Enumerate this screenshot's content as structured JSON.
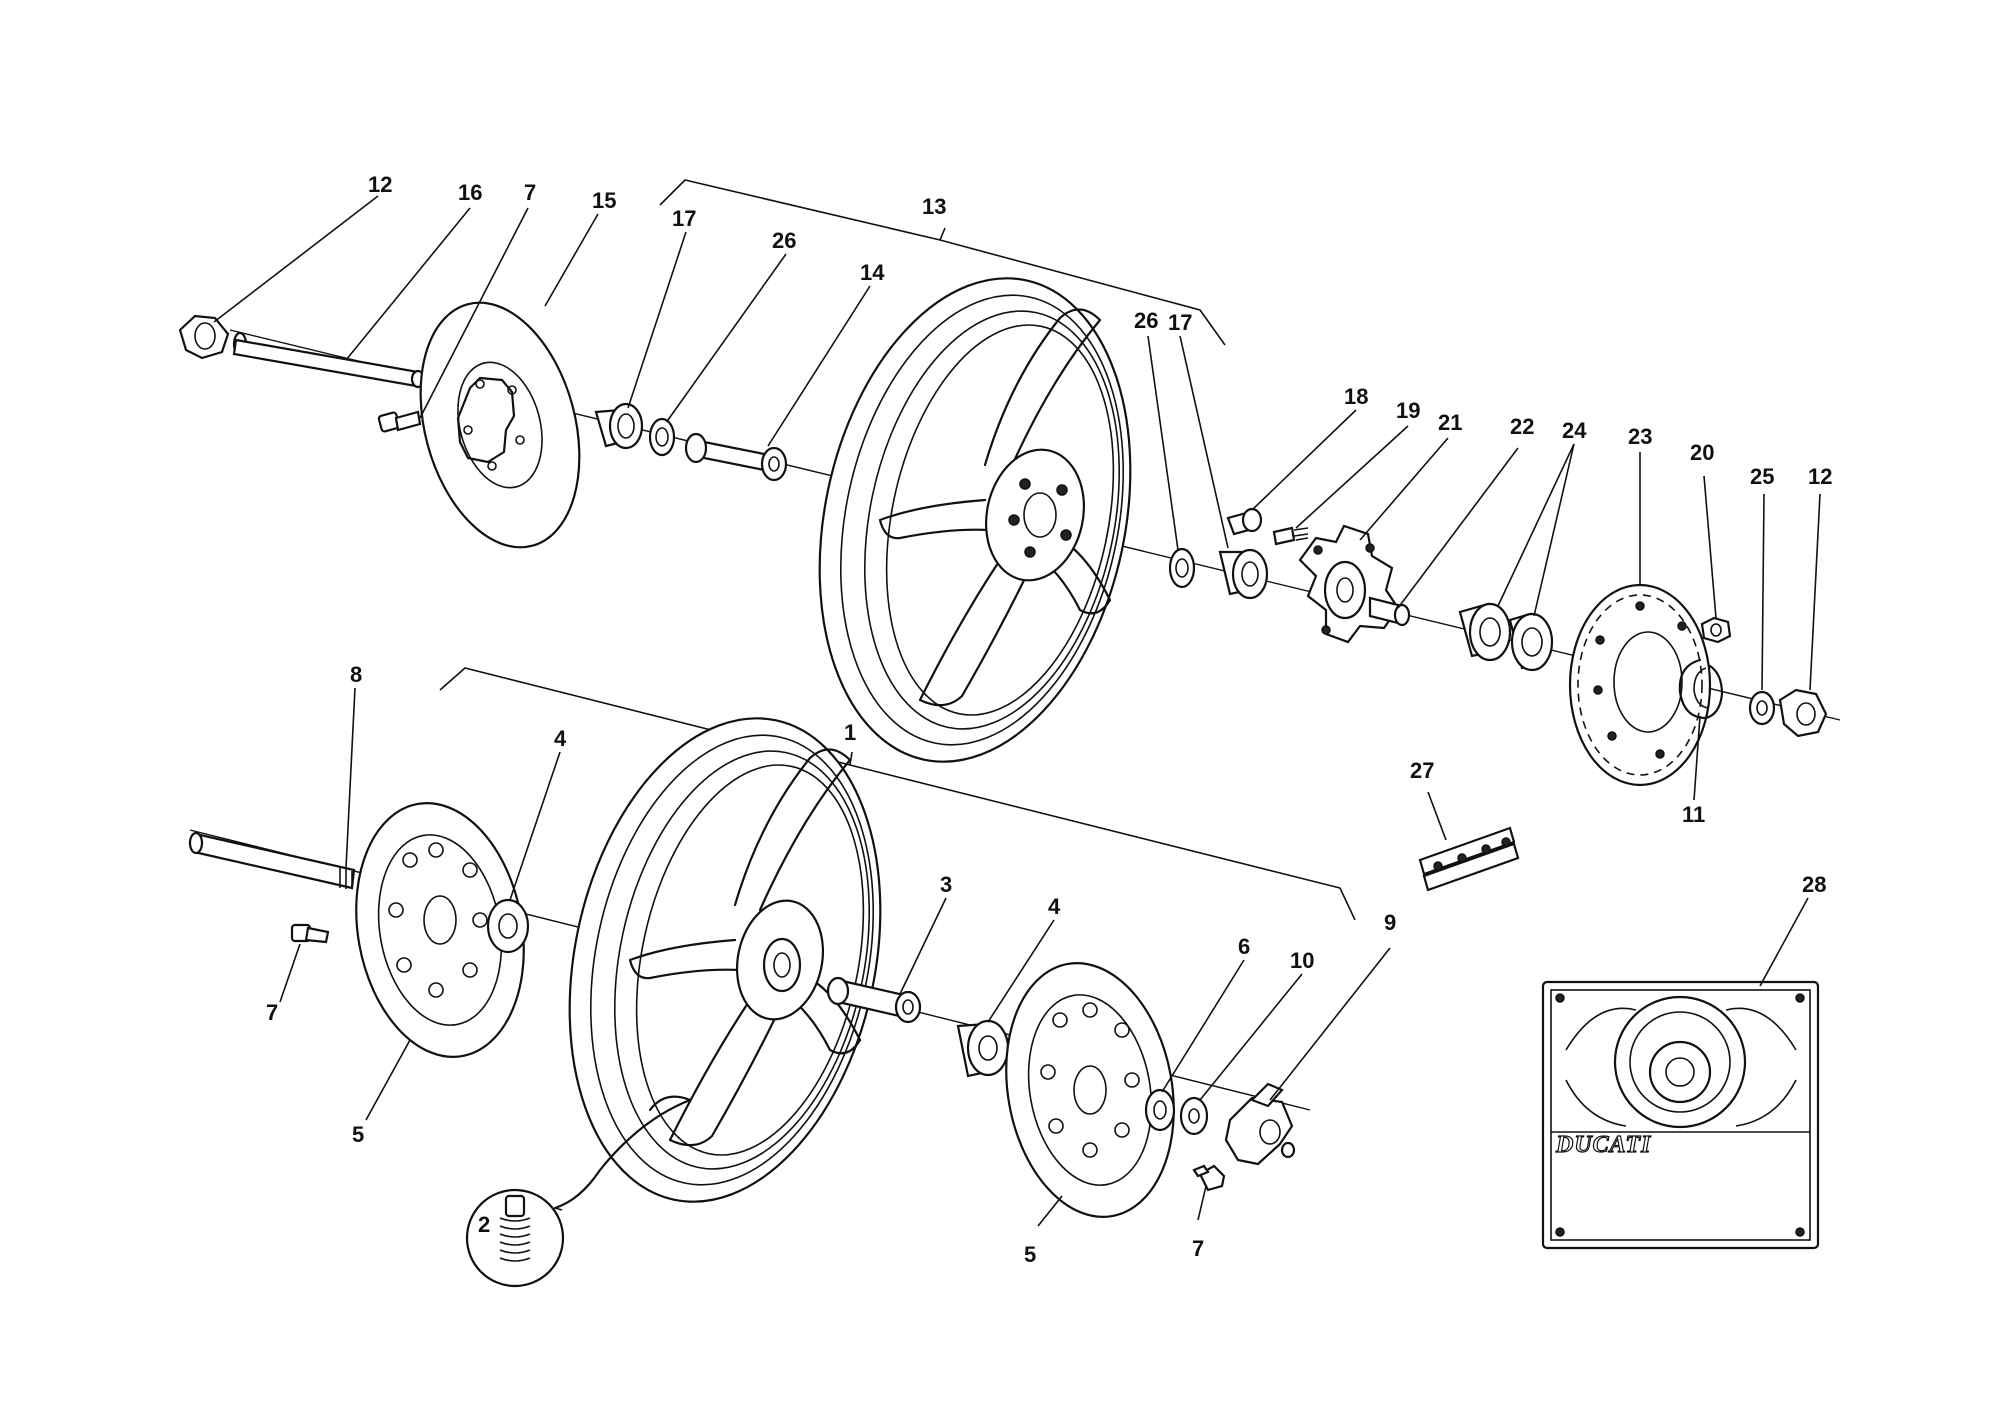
{
  "callouts": {
    "c1": "1",
    "c2": "2",
    "c3": "3",
    "c4a": "4",
    "c4b": "4",
    "c5a": "5",
    "c5b": "5",
    "c6": "6",
    "c7a": "7",
    "c7b": "7",
    "c7c": "7",
    "c8": "8",
    "c9": "9",
    "c10": "10",
    "c11": "11",
    "c12a": "12",
    "c12b": "12",
    "c13": "13",
    "c14": "14",
    "c15": "15",
    "c16": "16",
    "c17a": "17",
    "c17b": "17",
    "c18": "18",
    "c19": "19",
    "c20": "20",
    "c21": "21",
    "c22": "22",
    "c23": "23",
    "c24": "24",
    "c25": "25",
    "c26a": "26",
    "c26b": "26",
    "c27": "27",
    "c28": "28"
  },
  "plate_brand": "DUCATI",
  "colors": {
    "ink": "#111111",
    "paper": "#ffffff"
  }
}
